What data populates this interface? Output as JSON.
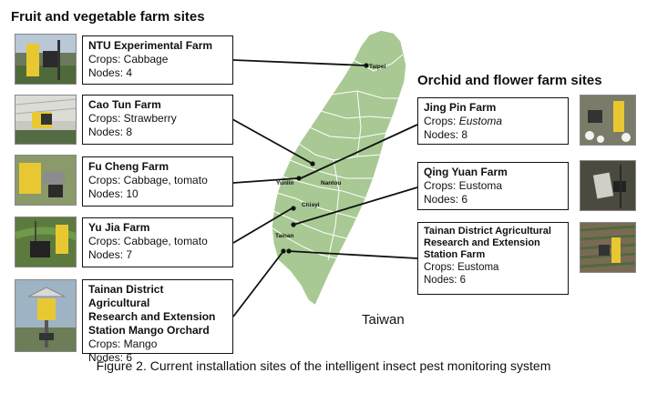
{
  "title_left": "Fruit and vegetable farm sites",
  "title_right": "Orchid and flower farm sites",
  "map_label": "Taiwan",
  "caption": "Figure 2. Current installation sites of the intelligent insect pest monitoring system",
  "cities": {
    "taipei": "Taipei",
    "yunlin": "Yunlin",
    "nantou": "Nantou",
    "chiayi": "Chiayi",
    "tainan": "Tainan"
  },
  "fruit_farms": [
    {
      "name": "NTU Experimental Farm",
      "crops": "Crops: Cabbage",
      "nodes": "Nodes: 4"
    },
    {
      "name": "Cao Tun Farm",
      "crops": "Crops: Strawberry",
      "nodes": "Nodes: 8"
    },
    {
      "name": "Fu Cheng Farm",
      "crops": "Crops: Cabbage, tomato",
      "nodes": "Nodes: 10"
    },
    {
      "name": "Yu Jia Farm",
      "crops": "Crops: Cabbage, tomato",
      "nodes": "Nodes: 7"
    },
    {
      "name_1": "Tainan District Agricultural",
      "name_2": "Research and Extension",
      "name_3": "Station Mango Orchard",
      "crops": "Crops: Mango",
      "nodes": "Nodes: 6"
    }
  ],
  "flower_farms": [
    {
      "name": "Jing Pin Farm",
      "crops_prefix": "Crops: ",
      "crops_value": "Eustoma",
      "nodes": "Nodes: 8"
    },
    {
      "name": "Qing Yuan Farm",
      "crops": "Crops: Eustoma",
      "nodes": "Nodes: 6"
    },
    {
      "name_1": "Tainan District Agricultural",
      "name_2": "Research and Extension",
      "name_3": "Station Farm",
      "crops": "Crops: Eustoma",
      "nodes": "Nodes: 6"
    }
  ],
  "colors": {
    "map_fill": "#a8c993",
    "map_stroke": "#ffffff",
    "trap_yellow": "#e8c832",
    "leader_line": "#111111"
  }
}
